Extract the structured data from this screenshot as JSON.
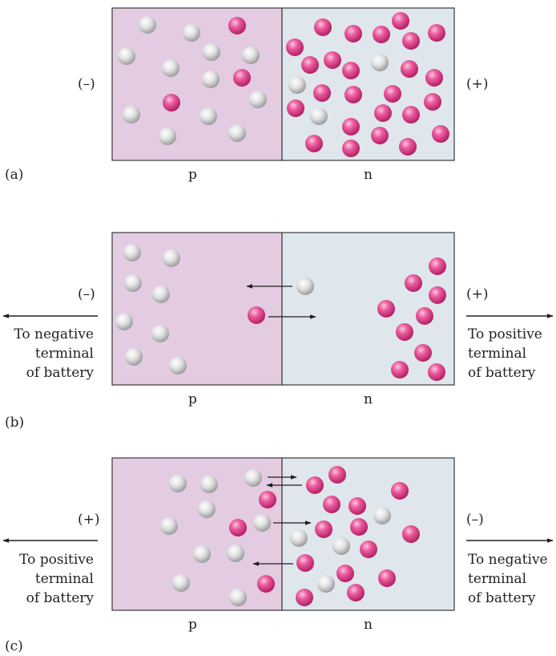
{
  "colors": {
    "p_region": "#e3cbe2",
    "n_region": "#dfe6ec",
    "border": "#3a3a3a",
    "hole_ball": "#cfcfcf",
    "electron_ball": "#e23a86",
    "arrow": "#231f20"
  },
  "panels": [
    {
      "label": "(a)",
      "p_label": "p",
      "n_label": "n",
      "left_sign": "(–)",
      "right_sign": "(+)"
    },
    {
      "label": "(b)",
      "p_label": "p",
      "n_label": "n",
      "left_sign": "(–)",
      "right_sign": "(+)",
      "left_terminal": [
        "To negative",
        "terminal",
        "of battery"
      ],
      "right_terminal": [
        "To positive",
        "terminal",
        "of battery"
      ]
    },
    {
      "label": "(c)",
      "p_label": "p",
      "n_label": "n",
      "left_sign": "(+)",
      "right_sign": "(–)",
      "left_terminal": [
        "To positive",
        "terminal",
        "of battery"
      ],
      "right_terminal": [
        "To negative",
        "terminal",
        "of battery"
      ]
    }
  ]
}
